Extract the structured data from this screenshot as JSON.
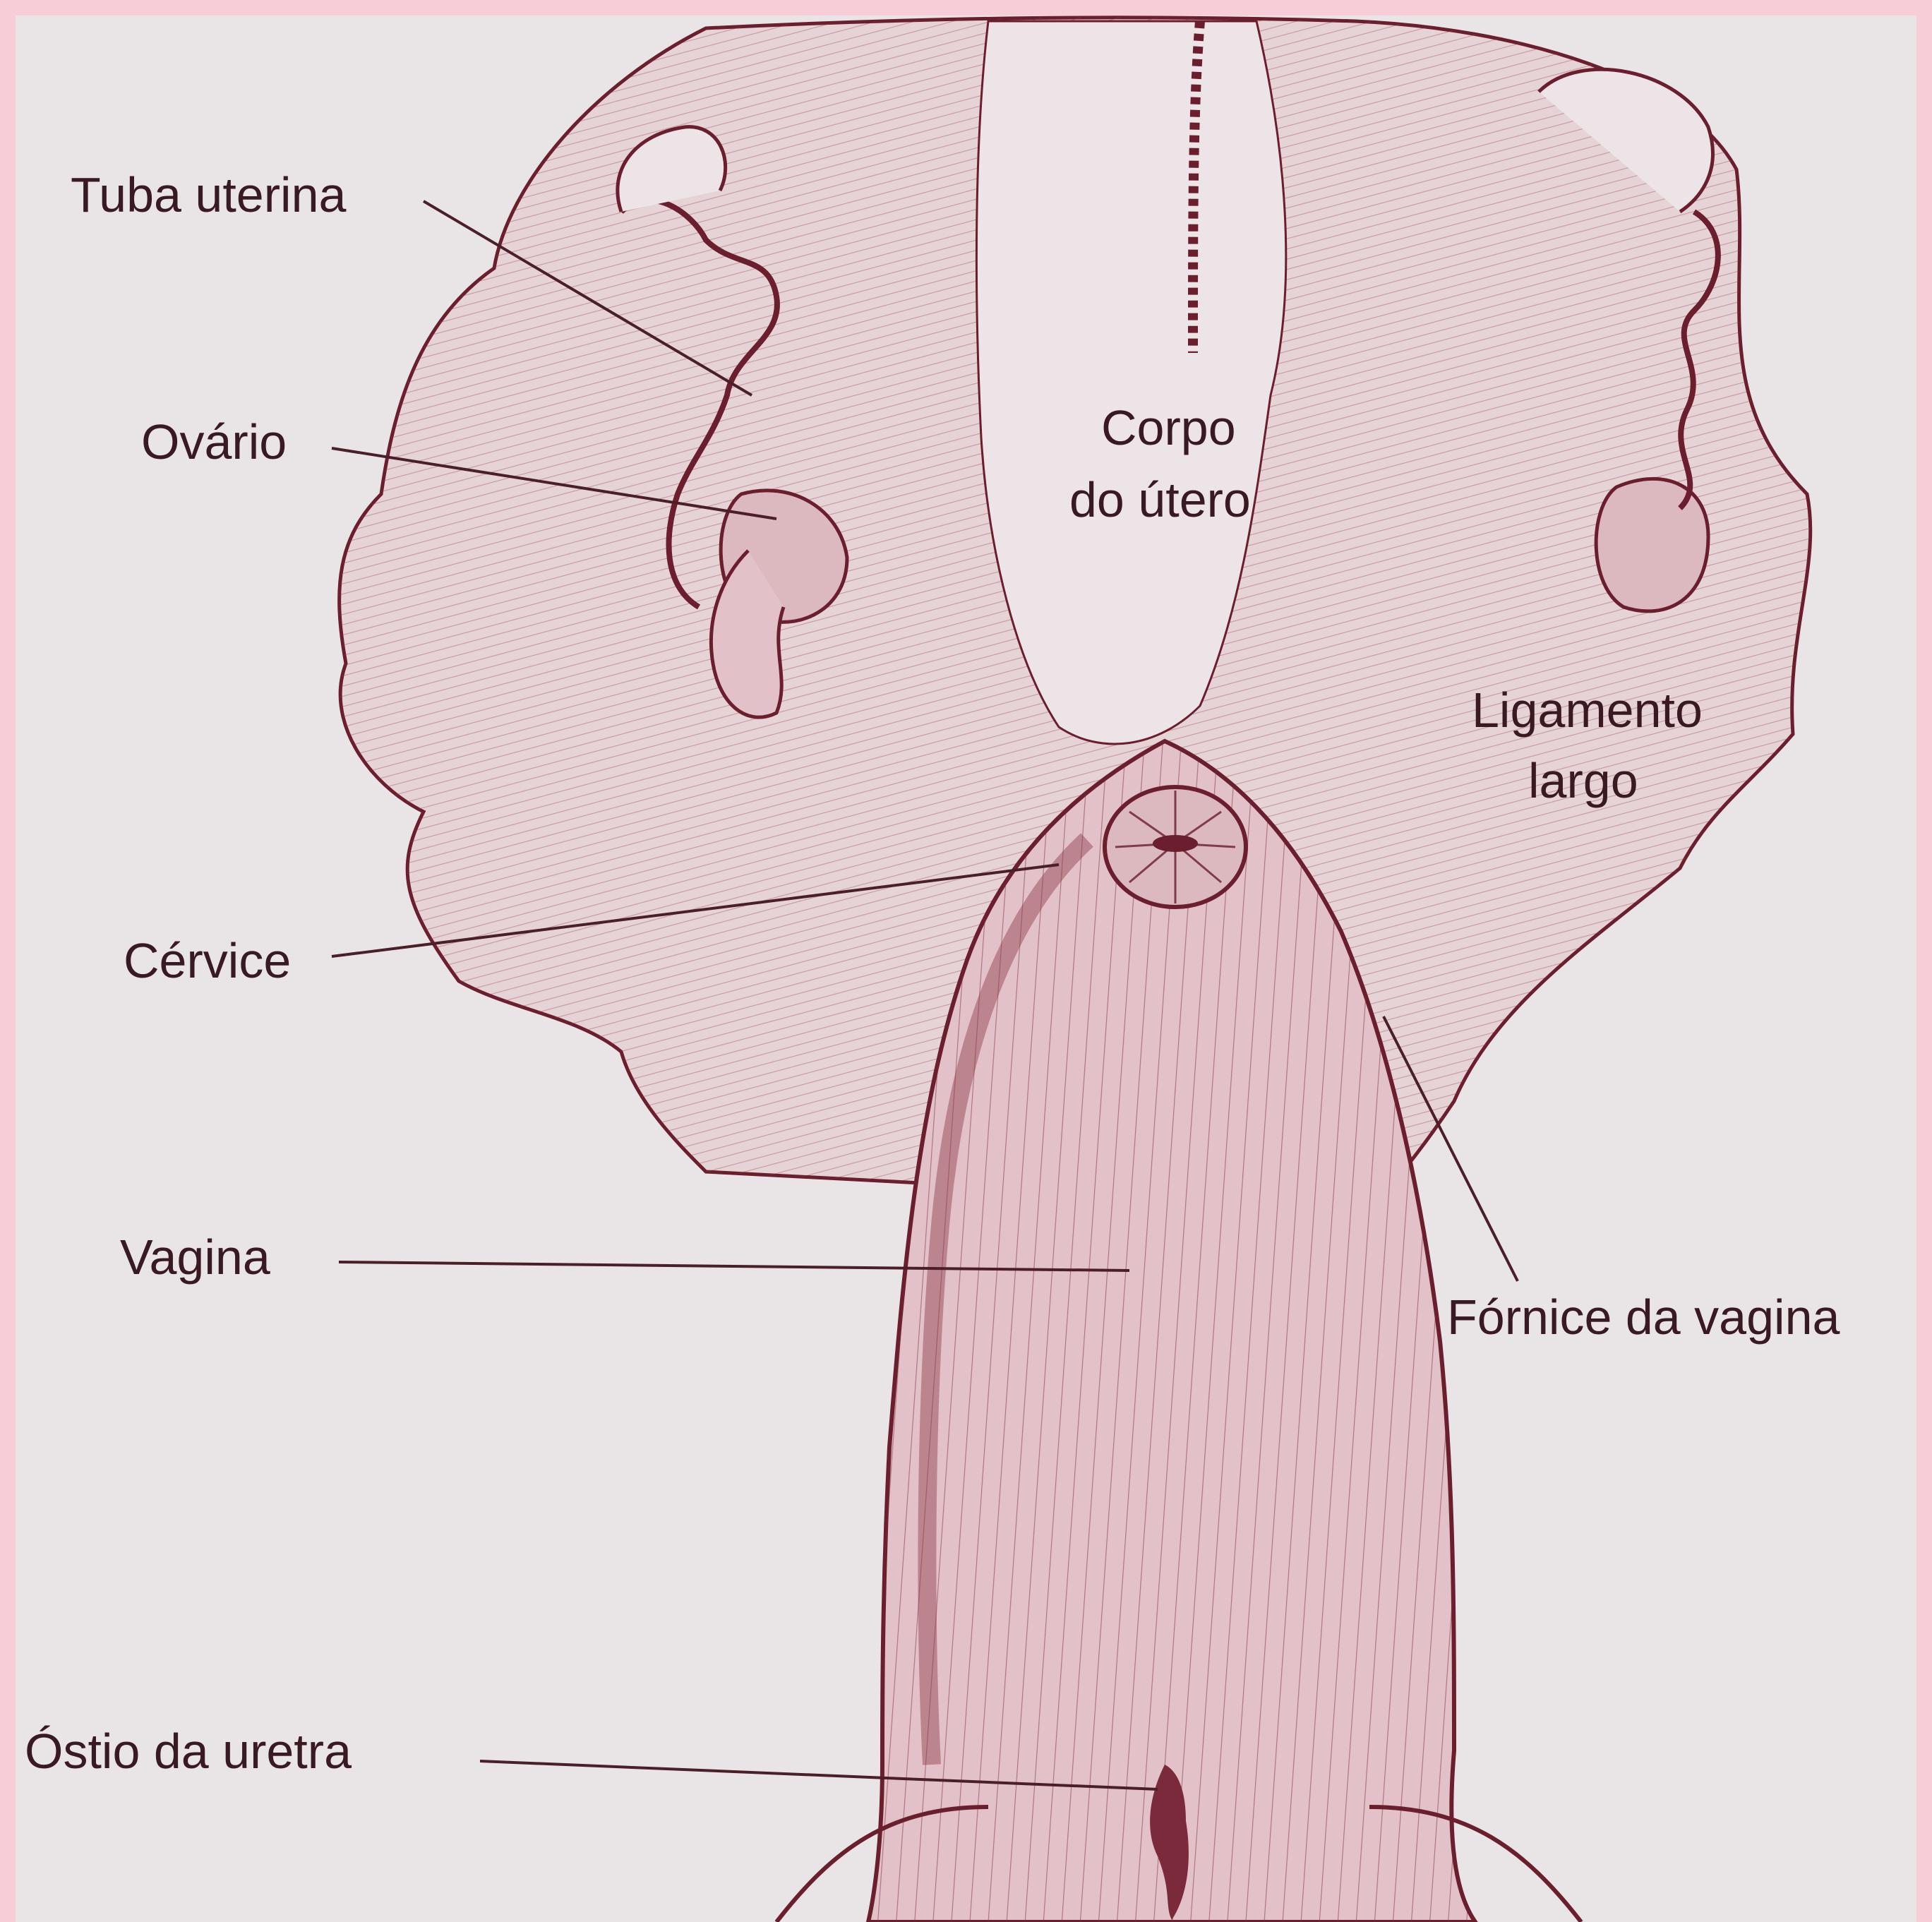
{
  "diagram": {
    "colors": {
      "background": "#e9e5e6",
      "border": "#f7cdd8",
      "ink": "#6b1e2e",
      "tissue_light": "#e6d3d6",
      "tissue_pink": "#e2c2c8",
      "tissue_dark": "#8f3a4a",
      "label": "#3a1a22"
    },
    "labels": {
      "tuba_uterina": "Tuba uterina",
      "ovario": "Ovário",
      "corpo_line1": "Corpo",
      "corpo_line2": "do útero",
      "ligamento_line1": "Ligamento",
      "ligamento_line2": "largo",
      "cervice": "Cérvice",
      "vagina": "Vagina",
      "fornice": "Fórnice da vagina",
      "ostio": "Óstio da uretra"
    }
  }
}
